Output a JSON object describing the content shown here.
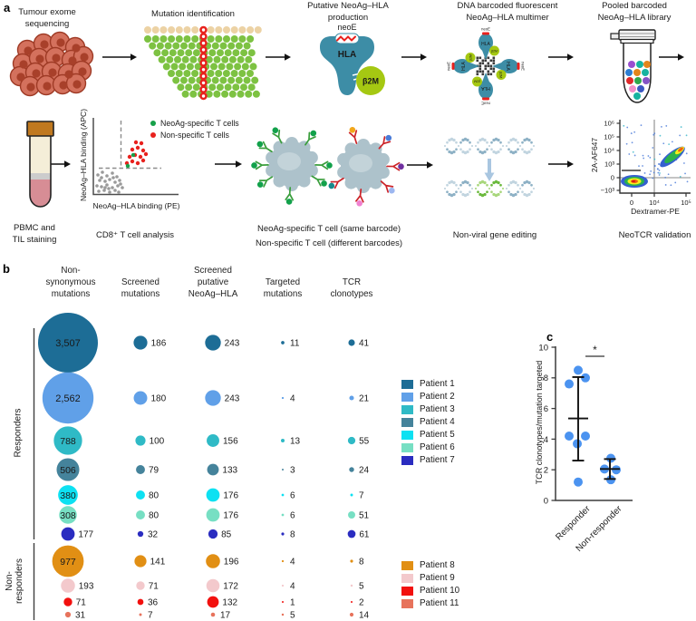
{
  "a": {
    "panel_label": "a",
    "step1_title": [
      "Tumour exome",
      "sequencing"
    ],
    "step2_title": "Mutation identification",
    "step3_title": [
      "Putative NeoAg–HLA",
      "production"
    ],
    "step4_title": [
      "DNA barcoded fluorescent",
      "NeoAg–HLA multimer"
    ],
    "step5_title": [
      "Pooled barcoded",
      "NeoAg–HLA library"
    ],
    "hla": {
      "neoE": "neoE",
      "hla": "HLA",
      "b2m": "β2M"
    },
    "pbmc_caption": [
      "PBMC and",
      "TIL staining"
    ],
    "cd8": {
      "ylabel": "NeoAg–HLA binding (APC)",
      "xlabel": "NeoAg–HLA binding (PE)",
      "legend": [
        {
          "label": "NeoAg-specific T cells",
          "color": "#16a049"
        },
        {
          "label": "Non-specific T cells",
          "color": "#e8211d"
        }
      ],
      "caption": "CD8⁺ T cell analysis"
    },
    "tcell_captions": [
      "NeoAg-specific T cell (same barcode)",
      "Non-specific T cell (different barcodes)"
    ],
    "editing_caption": "Non-viral gene editing",
    "neotcr": {
      "ylabel": "2A-AF647",
      "xlabel": "Dextramer-PE",
      "yticks": [
        "10⁶",
        "10⁵",
        "10⁴",
        "10³",
        "0",
        "−10³"
      ],
      "xticks": [
        "0",
        "10⁴",
        "10⁵"
      ],
      "caption": "NeoTCR validation"
    }
  },
  "b": {
    "panel_label": "b",
    "column_headers": [
      [
        "Non-",
        "synonymous",
        "mutations"
      ],
      [
        "Screened",
        "mutations"
      ],
      [
        "Screened",
        "putative",
        "NeoAg–HLA"
      ],
      [
        "Targeted",
        "mutations"
      ],
      [
        "TCR",
        "clonotypes"
      ]
    ],
    "responders_label": "Responders",
    "non_responders_label": [
      "Non-",
      "responders"
    ]
  },
  "c": {
    "panel_label": "c"
  },
  "chart_data": [
    {
      "type": "bubble-matrix",
      "columns": [
        "Non-synonymous mutations",
        "Screened mutations",
        "Screened putative NeoAg–HLA",
        "Targeted mutations",
        "TCR clonotypes"
      ],
      "groups": [
        "Responders",
        "Non-responders"
      ],
      "patients": [
        {
          "name": "Patient 1",
          "group": "Responders",
          "color": "#1d6d96",
          "values": [
            3507,
            186,
            243,
            11,
            41
          ],
          "value_label_inside": true,
          "inside_text_color": "#ffffff"
        },
        {
          "name": "Patient 2",
          "group": "Responders",
          "color": "#60a0e8",
          "values": [
            2562,
            180,
            243,
            4,
            21
          ],
          "value_label_inside": true,
          "inside_text_color": "#ffffff"
        },
        {
          "name": "Patient 3",
          "group": "Responders",
          "color": "#2fbac6",
          "values": [
            788,
            100,
            156,
            13,
            55
          ],
          "value_label_inside": true,
          "inside_text_color": "#ffffff"
        },
        {
          "name": "Patient 4",
          "group": "Responders",
          "color": "#45839b",
          "values": [
            506,
            79,
            133,
            3,
            24
          ],
          "value_label_inside": true,
          "inside_text_color": "#ffffff"
        },
        {
          "name": "Patient 5",
          "group": "Responders",
          "color": "#0de1f2",
          "values": [
            380,
            80,
            176,
            6,
            7
          ],
          "value_label_inside": true,
          "inside_text_color": "#1a1a1a"
        },
        {
          "name": "Patient 6",
          "group": "Responders",
          "color": "#77dfc3",
          "values": [
            308,
            80,
            176,
            6,
            51
          ],
          "value_label_inside": true,
          "inside_text_color": "#1a1a1a"
        },
        {
          "name": "Patient 7",
          "group": "Responders",
          "color": "#2a2cc0",
          "values": [
            177,
            32,
            85,
            8,
            61
          ],
          "value_label_inside": false,
          "inside_text_color": "#1a1a1a"
        },
        {
          "name": "Patient 8",
          "group": "Non-responders",
          "color": "#e18f14",
          "values": [
            977,
            141,
            196,
            4,
            8
          ],
          "value_label_inside": true,
          "inside_text_color": "#1a1a1a"
        },
        {
          "name": "Patient 9",
          "group": "Non-responders",
          "color": "#f3c9cc",
          "values": [
            193,
            71,
            172,
            4,
            5
          ],
          "value_label_inside": false,
          "inside_text_color": "#1a1a1a"
        },
        {
          "name": "Patient 10",
          "group": "Non-responders",
          "color": "#f2100e",
          "values": [
            71,
            36,
            132,
            1,
            2
          ],
          "value_label_inside": false,
          "inside_text_color": "#1a1a1a"
        },
        {
          "name": "Patient 11",
          "group": "Non-responders",
          "color": "#e7735c",
          "values": [
            31,
            7,
            17,
            5,
            14
          ],
          "value_label_inside": false,
          "inside_text_color": "#1a1a1a"
        }
      ]
    },
    {
      "type": "scatter",
      "ylabel": "TCR clonotypes/mutation targeted",
      "ylim": [
        0,
        10
      ],
      "yticks": [
        0,
        2,
        4,
        6,
        8,
        10
      ],
      "categories": [
        "Responder",
        "Non-responder"
      ],
      "point_color": "#4b93f0",
      "series": [
        {
          "name": "Responder",
          "points": [
            {
              "v": 8.5,
              "dx": 0
            },
            {
              "v": 8.0,
              "dx": 8
            },
            {
              "v": 7.6,
              "dx": -10
            },
            {
              "v": 4.2,
              "dx": -10
            },
            {
              "v": 4.2,
              "dx": 8
            },
            {
              "v": 3.7,
              "dx": -1
            },
            {
              "v": 1.2,
              "dx": 0
            }
          ],
          "mean": 5.35,
          "err_lo": 2.6,
          "err_hi": 8.05
        },
        {
          "name": "Non-responder",
          "points": [
            {
              "v": 2.75,
              "dx": 1
            },
            {
              "v": 2.05,
              "dx": -6
            },
            {
              "v": 2.0,
              "dx": 7
            },
            {
              "v": 1.35,
              "dx": 1
            }
          ],
          "mean": 2.05,
          "err_lo": 1.4,
          "err_hi": 2.7
        }
      ],
      "significance": "*"
    }
  ]
}
